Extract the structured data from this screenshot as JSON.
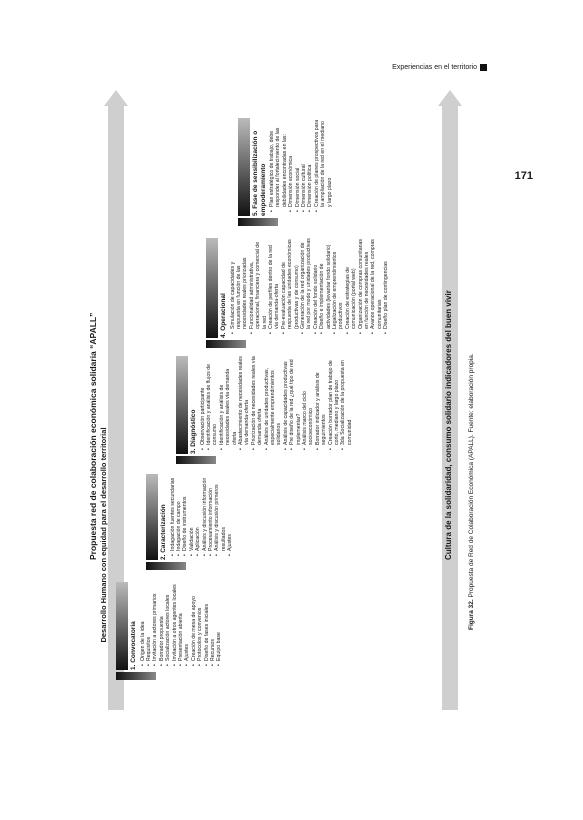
{
  "header": {
    "running_title": "Experiencias en el territorio",
    "page_number": "171"
  },
  "diagram": {
    "title": "Propuesta red de colaboración económica solidaria “APALL”",
    "top_arrow_label": "Desarrollo Humano con equidad para el desarrollo territorial",
    "bottom_arrow_label": "Cultura de la solidaridad, consumo solidario indicadores del buen vivir",
    "stages": [
      {
        "title": "1. Convocatoria",
        "items": [
          "Origen de la idea",
          "Requisitos",
          "Invitación a actores primarios",
          "Borrador propuesta",
          "Socialización actores locales",
          "Invitación a otros agentes locales",
          "Presentación abierta",
          "Ajustes",
          "Creación de mesa de apoyo",
          "Protocolos y convenios",
          "Diseño de fases iniciales",
          "Recursos",
          "Equipo base"
        ]
      },
      {
        "title": "2. Caracterización",
        "items": [
          "Indagación fuentes secundarias",
          "Indagación de campo",
          "Diseño de instrumentos",
          "Validación",
          "Aplicación",
          "Análisis y discusión información",
          "Procesamiento información",
          "Análisis y discusión primeros resultados",
          "Ajustes"
        ]
      },
      {
        "title": "3. Diagnóstico",
        "items": [
          "Observación participante",
          "Identificación y análisis de flujos de consumo",
          "Identificación y análisis de necesidades reales vía demanda oferta",
          "Abastecimiento de necesidades reales vía demanda-oferta",
          "Priorización de necesidades reales vía demanda oferta",
          "Análisis de unidades productivas, especialmente emprendimientos solidarios",
          "Análisis de capacidades productivas",
          "Pre diseño de la red ¿qué tipo de red implementar?",
          "Análisis marco del ciclo socioeconómico",
          "Borrador indicador y análisis de seguimientos",
          "Creación borrador plan de trabajo de corto, mediano y largo plazo",
          "3da Socialización de la propuesta en comunidad"
        ]
      },
      {
        "title": "4. Operacional",
        "items": [
          "Simulación de capacidades y respuesta en función de las necesidades reales priorizadas",
          "Funcionalidad administrativa, operacional, financiera y comercial de la red",
          "Creación de perfiles dentro de la red vía demanda-oferta",
          "Pre-evaluación capacidad de respuesta de las unidades económicas (productivas y de consumo)",
          "Generación de la red organización de la red por modo y unidades productivas",
          "Creación del fondo solidario",
          "Diseño e implementación de actividades (levantar fondo solidario)",
          "Legalización de emprendimientos productivos",
          "Creación de estrategias de comunicación (portal web)",
          "Organización de compras comunitarias en función de necesidades reales",
          "Avance operacional de la red, compras comunitarias",
          "Diseño plan de contingencias"
        ]
      },
      {
        "title": "5. Fase de sensibilización o empoderamiento",
        "items": [
          "Plan estratégico de trabajo, debe responder al fortalecimiento de las debilidades encontradas en las:",
          "Dimensión económica",
          "Dimensión social",
          "Dimensión cultural",
          "Dimensión política",
          "Creación de planes prospectivos para la ampliación de la red en el mediano y largo plazo"
        ]
      }
    ]
  },
  "caption": {
    "label": "Figura 32.",
    "text": " Propuesta de Red de Colaboración Económica (APALL). Fuente: elaboración propia."
  }
}
